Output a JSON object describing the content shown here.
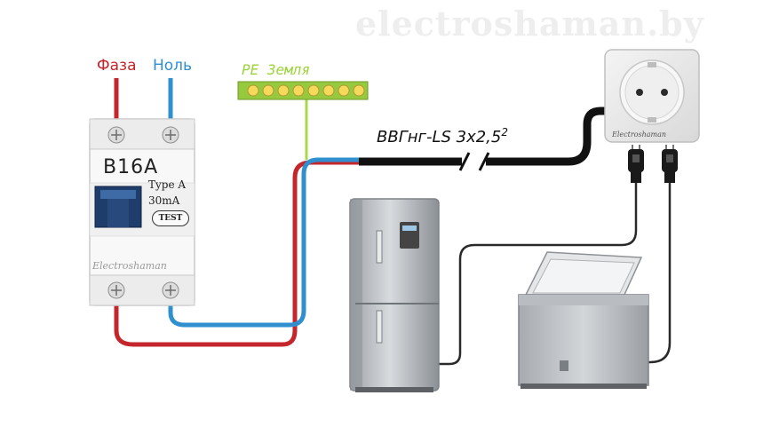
{
  "watermark": "electroshaman.by",
  "wires": {
    "phase_label": "Фаза",
    "neutral_label": "Ноль",
    "pe_label": "PE Земля",
    "phase_color": "#c4262c",
    "neutral_color": "#2f8fcf",
    "pe_color": "#a8d84a"
  },
  "cable": {
    "label": "ВВГнг-LS 3x2,5",
    "superscript": "2"
  },
  "breaker": {
    "rating": "B16A",
    "type": "Type A",
    "current": "30mA",
    "test_button": "TEST",
    "brand": "Electroshaman"
  },
  "socket": {
    "brand": "Electroshaman"
  },
  "devices": [
    "refrigerator",
    "chest-freezer"
  ]
}
